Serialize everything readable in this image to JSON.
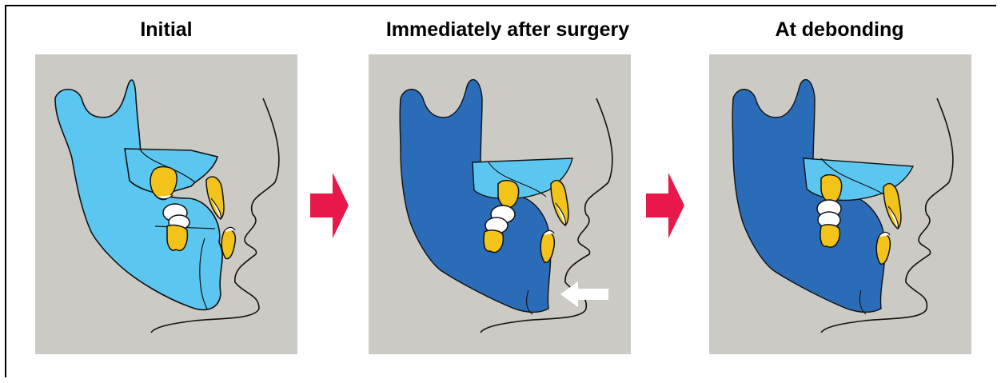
{
  "panels": [
    {
      "title": "Initial"
    },
    {
      "title": "Immediately after surgery"
    },
    {
      "title": "At debonding"
    }
  ],
  "colors": {
    "panel_background": "#cccac4",
    "light_blue_bone": "#5bc7f0",
    "dark_blue_mandible": "#2a6cb8",
    "tooth_yellow": "#f2c318",
    "tooth_white": "#ffffff",
    "transition_arrow": "#e8184a",
    "movement_arrow": "#ffffff",
    "outline": "#111111"
  },
  "icons": {
    "transition": "red-right-arrow",
    "movement": "white-left-arrow"
  }
}
